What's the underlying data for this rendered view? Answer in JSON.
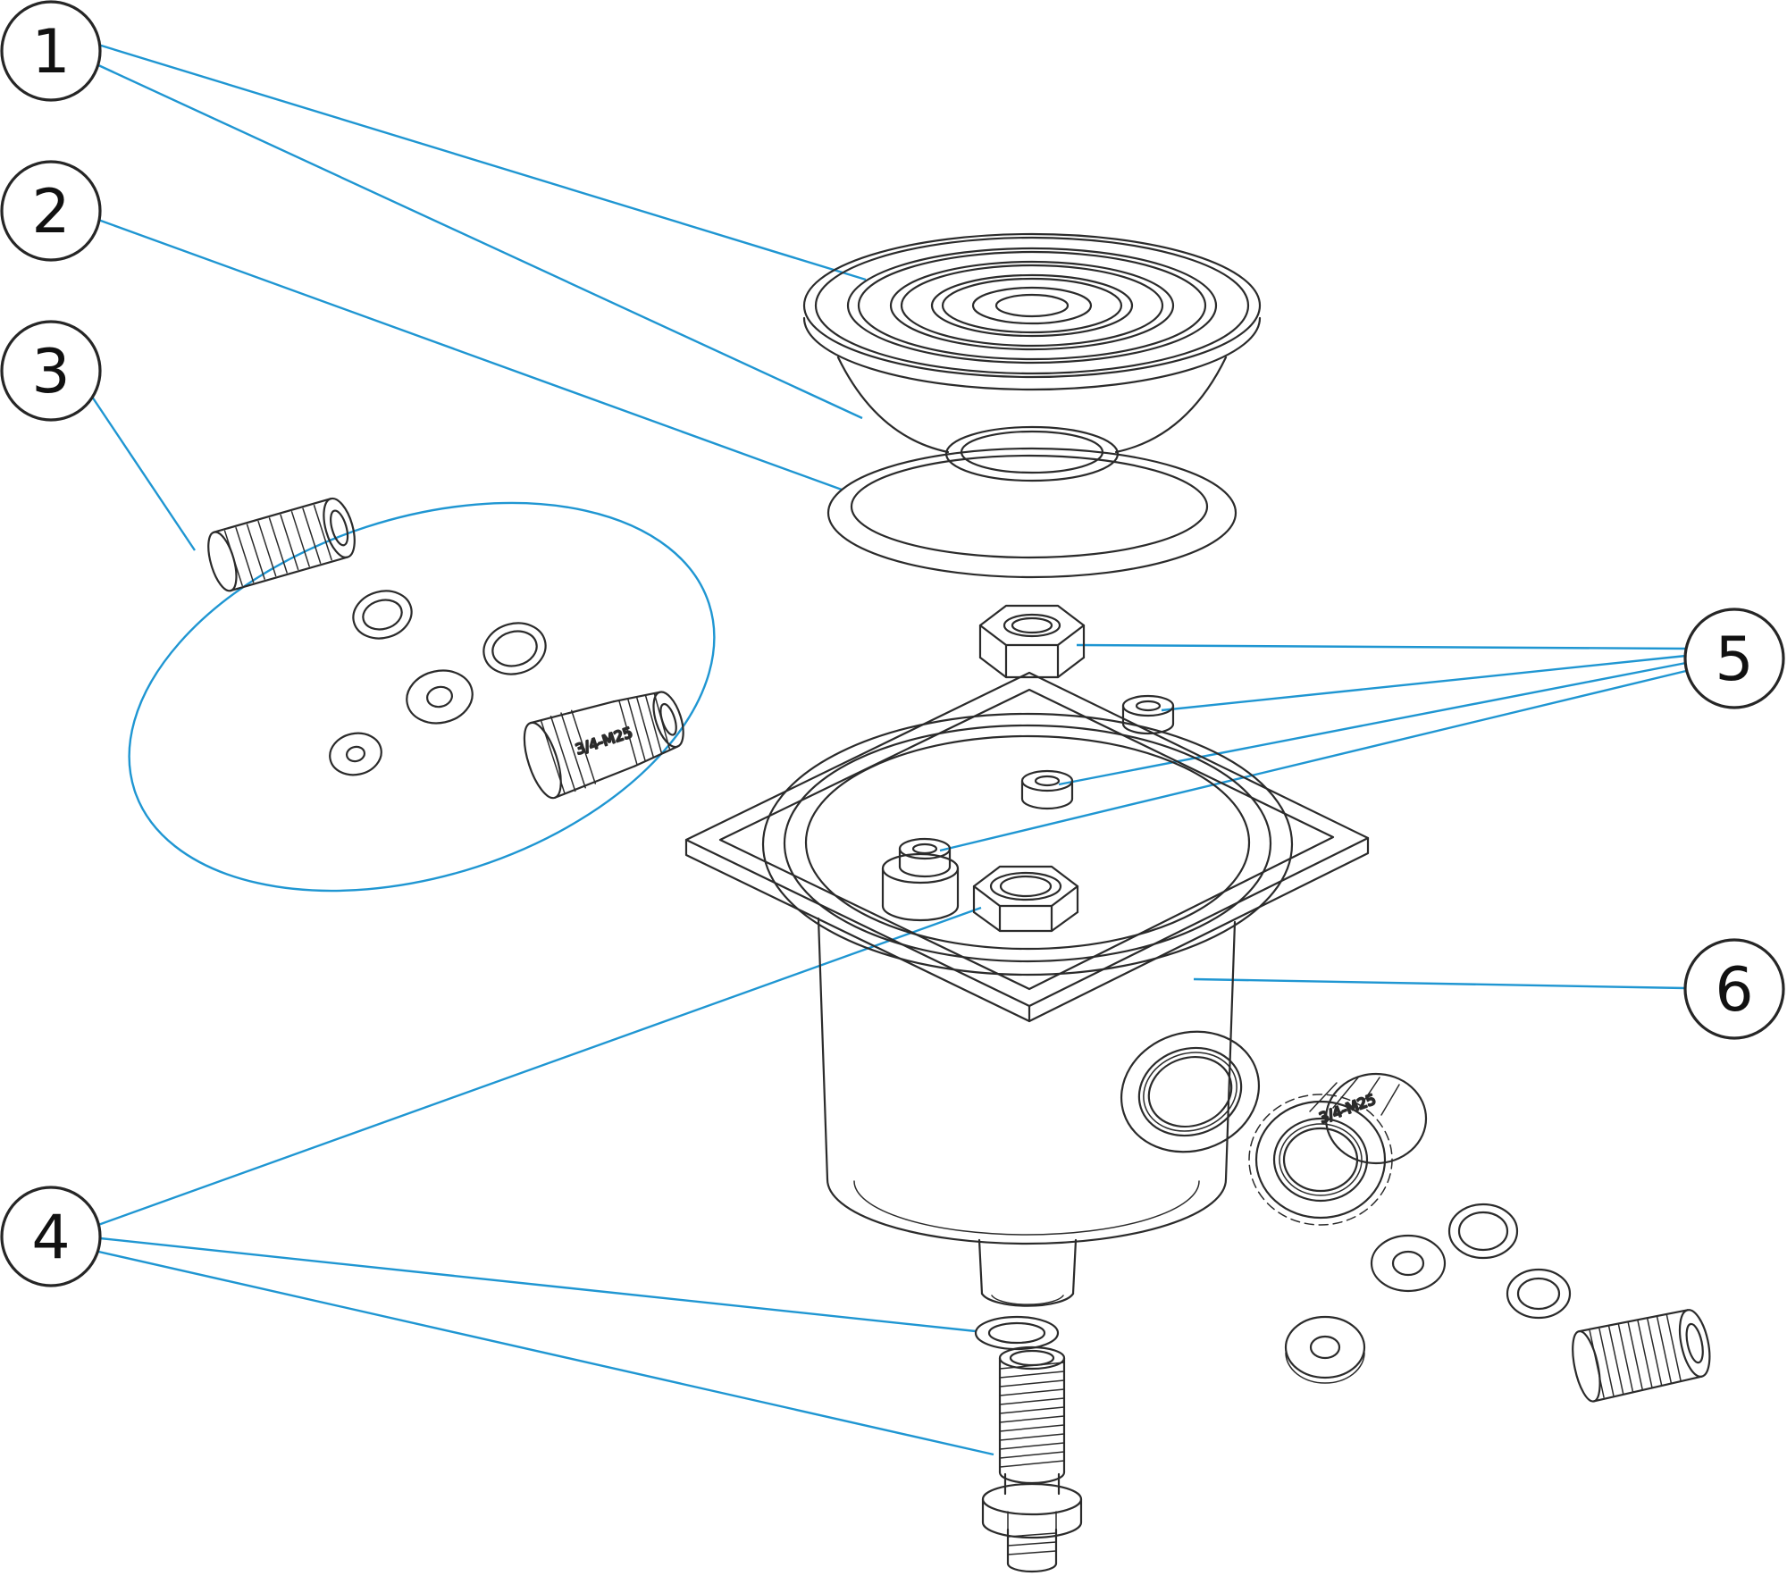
{
  "diagram": {
    "kind": "exploded-parts-diagram",
    "background": "#ffffff",
    "art_color": "#2b2b2b",
    "leader_color": "#1f96d2",
    "callouts": [
      {
        "number": "1",
        "part": "cover-lid"
      },
      {
        "number": "2",
        "part": "lid-o-ring"
      },
      {
        "number": "3",
        "part": "gland-parts-set"
      },
      {
        "number": "4",
        "part": "drain-nipple-set"
      },
      {
        "number": "5",
        "part": "locknuts-and-bosses"
      },
      {
        "number": "6",
        "part": "niche-body"
      }
    ],
    "labels": {
      "left_fitting_thread": "3/4-M25",
      "right_fitting_thread": "3/4-M25"
    }
  }
}
